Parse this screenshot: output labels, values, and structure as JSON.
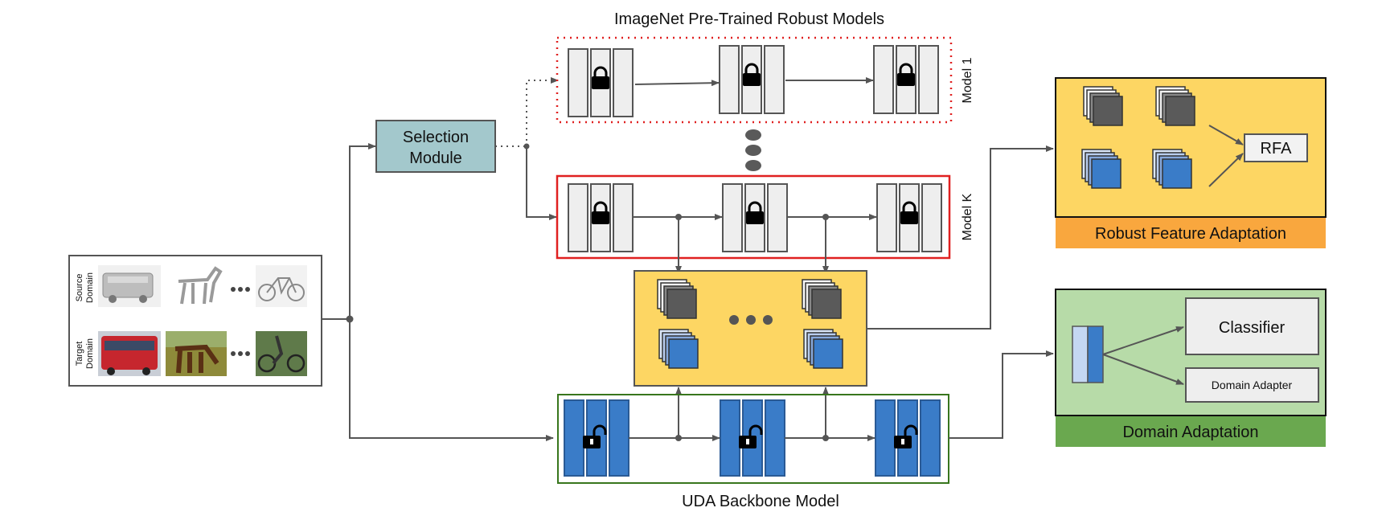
{
  "title": "ImageNet Pre-Trained Robust Models",
  "selection_module": {
    "line1": "Selection",
    "line2": "Module"
  },
  "model_1_label": "Model 1",
  "model_k_label": "Model  K",
  "backbone_label": "UDA Backbone Model",
  "domains": {
    "source_line1": "Source",
    "source_line2": "Domain",
    "target_line1": "Target",
    "target_line2": "Domain"
  },
  "rfa_panel": {
    "rfa_box": "RFA",
    "caption": "Robust Feature Adaptation"
  },
  "da_panel": {
    "classifier": "Classifier",
    "adapter": "Domain Adapter",
    "caption": "Domain Adaptation"
  },
  "colors": {
    "frozen_block": "#eeeeee",
    "trainable_block": "#3a7cc8",
    "selection_fill": "#a3c8cc",
    "feature_panel": "#fdd663",
    "rfa_caption": "#f9a73e",
    "da_panel": "#b7dba8",
    "da_caption": "#6aa84f",
    "model_k_border": "#e02020",
    "model_1_border": "#e02020",
    "backbone_border": "#38761d"
  },
  "icons": {
    "frozen": "lock-icon",
    "trainable": "unlock-icon"
  }
}
